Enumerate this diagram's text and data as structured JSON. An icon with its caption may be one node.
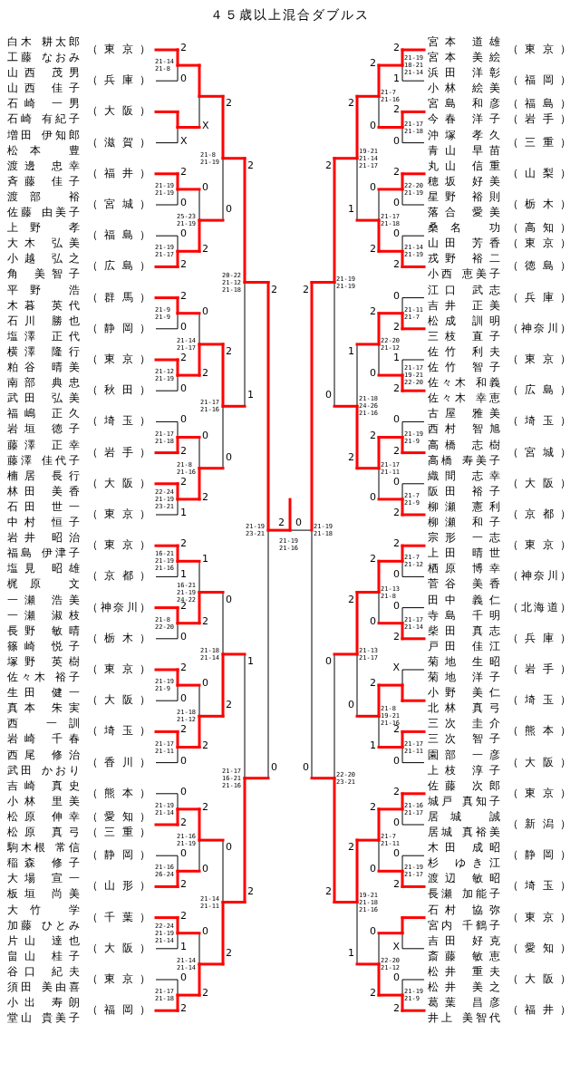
{
  "diagram": {
    "title": "４５歳以上混合ダブルス",
    "nodes": [
      {
        "text": [
          "白木 耕太郎",
          "工藤 なおみ",
          "（東京）"
        ]
      },
      {
        "text": [
          "山西 茂男",
          "山西 佳子",
          "（兵庫）"
        ]
      },
      {
        "text": [
          "石崎 一男",
          "石崎 有紀子",
          "（大阪）"
        ]
      },
      {
        "text": [
          "増田 伊知郎",
          "松本 豊",
          "（滋賀）"
        ]
      },
      {
        "text": [
          "渡邊 忠幸",
          "斉藤 佳子",
          "（福井）"
        ]
      },
      {
        "text": [
          "渡部 裕",
          "佐藤 由美子",
          "（宮城）"
        ]
      },
      {
        "text": [
          "上野 孝",
          "大木 弘美",
          "（福島）"
        ]
      },
      {
        "text": [
          "小越 弘之",
          "角 美智子",
          "（広島）"
        ]
      },
      {
        "text": [
          "平野 浩",
          "木暮 英代",
          "（群馬）"
        ]
      },
      {
        "text": [
          "石川 勝也",
          "塩澤 正代",
          "（静岡）"
        ]
      },
      {
        "text": [
          "横澤 隆行",
          "粕谷 晴美",
          "（東京）"
        ]
      },
      {
        "text": [
          "南部 典忠",
          "武田 弘美",
          "（秋田）"
        ]
      },
      {
        "text": [
          "福嶋 正久",
          "岩垣 徳子",
          "（埼玉）"
        ]
      },
      {
        "text": [
          "藤澤 正幸",
          "藤澤 佳代子",
          "（岩手）"
        ]
      },
      {
        "text": [
          "楠居 長行",
          "林田 美香",
          "（大阪）"
        ]
      },
      {
        "text": [
          "石田 世一",
          "中村 恒子",
          "（東京）"
        ]
      },
      {
        "text": [
          "岩井 昭治",
          "福島 伊津子",
          "（東京）"
        ]
      },
      {
        "text": [
          "塩見 昭雄",
          "梶原 文",
          "（京都）"
        ]
      },
      {
        "text": [
          "一瀬 浩美",
          "一瀬 淑枝",
          "（神奈川）"
        ]
      },
      {
        "text": [
          "長野 敏晴",
          "篠崎 悦子",
          "（栃木）"
        ]
      },
      {
        "text": [
          "塚野 英樹",
          "佐々木 裕子",
          "（東京）"
        ]
      },
      {
        "text": [
          "生田 健一",
          "真本 朱実",
          "（大阪）"
        ]
      },
      {
        "text": [
          "西 一訓",
          "岩崎 千春",
          "（埼玉）"
        ]
      },
      {
        "text": [
          "西尾 修治",
          "武田 かおり",
          "（香川）"
        ]
      },
      {
        "text": [
          "吉崎 真史",
          "小林 里美",
          "（熊本）"
        ]
      },
      {
        "text": [
          "松原 伸幸",
          "（愛知）",
          "松原 真弓",
          "（三重）"
        ]
      },
      {
        "text": [
          "駒木根 常信",
          "稲森 修子",
          "（静岡）"
        ]
      },
      {
        "text": [
          "大場 宣一",
          "板垣 尚美",
          "（山形）"
        ]
      },
      {
        "text": [
          "大竹 学",
          "加藤 ひとみ",
          "（千葉）"
        ]
      },
      {
        "text": [
          "片山 達也",
          "畠山 桂子",
          "（大阪）"
        ]
      },
      {
        "text": [
          "谷口 紀夫",
          "須田 美由喜",
          "（東京）"
        ]
      },
      {
        "text": [
          "小出 寿朗",
          "堂山 貴美子",
          "（福岡）"
        ]
      },
      {
        "text": [
          "宮本 道雄",
          "宮本 美絵",
          "（東京）"
        ]
      },
      {
        "text": [
          "浜田 洋彰",
          "小林 絵美",
          "（福岡）"
        ]
      },
      {
        "text": [
          "宮島 和彦",
          "（福島）",
          "今春 洋子",
          "（岩手）"
        ]
      },
      {
        "text": [
          "沖塚 孝久",
          "青山 早苗",
          "（三重）"
        ]
      },
      {
        "text": [
          "丸山 信重",
          "穂坂 好美",
          "（山梨）"
        ]
      },
      {
        "text": [
          "星野 裕則",
          "落合 愛美",
          "（栃木）"
        ]
      },
      {
        "text": [
          "桑名 功",
          "（高知）",
          "山田 芳香",
          "（東京）"
        ]
      },
      {
        "text": [
          "戎野 裕二",
          "小西 恵美子",
          "（徳島）"
        ]
      },
      {
        "text": [
          "江口 武志",
          "吉井 正美",
          "（兵庫）"
        ]
      },
      {
        "text": [
          "松成 訓明",
          "三枝 直子",
          "（神奈川）"
        ]
      },
      {
        "text": [
          "佐竹 利夫",
          "佐竹 智子",
          "（東京）"
        ]
      },
      {
        "text": [
          "佐々木 和義",
          "佐々木 幸恵",
          "（広島）"
        ]
      },
      {
        "text": [
          "古屋 雅美",
          "西村 智旭",
          "（埼玉）"
        ]
      },
      {
        "text": [
          "高橋 志樹",
          "高橋 寿美子",
          "（宮城）"
        ]
      },
      {
        "text": [
          "織間 志幸",
          "阪田 裕子",
          "（大阪）"
        ]
      },
      {
        "text": [
          "柳瀬 憲利",
          "柳瀬 和子",
          "（京都）"
        ]
      },
      {
        "text": [
          "宗形 一志",
          "上田 晴世",
          "（東京）"
        ]
      },
      {
        "text": [
          "栖原 博幸",
          "菅谷 美香",
          "（神奈川）"
        ]
      },
      {
        "text": [
          "田中 義仁",
          "寺島 千明",
          "（北海道）"
        ]
      },
      {
        "text": [
          "柴田 真志",
          "戸田 佳江",
          "（兵庫）"
        ]
      },
      {
        "text": [
          "菊地 生昭",
          "菊地 洋子",
          "（岩手）"
        ]
      },
      {
        "text": [
          "小野 美仁",
          "北林 真弓",
          "（埼玉）"
        ]
      },
      {
        "text": [
          "三次 圭介",
          "三次 智子",
          "（熊本）"
        ]
      },
      {
        "text": [
          "園部 一彦",
          "上枝 淳子",
          "（大阪）"
        ]
      },
      {
        "text": [
          "佐藤 次郎",
          "城戸 真知子",
          "（東京）"
        ]
      },
      {
        "text": [
          "居城 誠",
          "居城 真裕美",
          "（新潟）"
        ]
      },
      {
        "text": [
          "木田 成昭",
          "杉 ゆき江",
          "（静岡）"
        ]
      },
      {
        "text": [
          "渡辺 敏昭",
          "長瀬 加能子",
          "（埼玉）"
        ]
      },
      {
        "text": [
          "石村 協弥",
          "宮内 千鶴子",
          "（東京）"
        ]
      },
      {
        "text": [
          "吉田 好克",
          "斎藤 敏恵",
          "（愛知）"
        ]
      },
      {
        "text": [
          "松井 重夫",
          "松井 美之",
          "（大阪）"
        ]
      },
      {
        "text": [
          "葛葉 昌彦",
          "井上 美智代",
          "（福井）"
        ]
      }
    ],
    "labels": [
      "2",
      "0",
      "21-14 21-8",
      "X",
      "2",
      "0",
      "21-19 21-19",
      "0",
      "2",
      "21-19 21-17",
      "2",
      "0",
      "21-9 21-9",
      "2",
      "0",
      "21-12 21-19",
      "0",
      "2",
      "21-17 21-18",
      "2",
      "1",
      "22-24 21-19 23-21",
      "2",
      "1",
      "16-21 21-19 21-16",
      "2",
      "0",
      "21-8 22-20",
      "2",
      "0",
      "21-19 21-9",
      "2",
      "0",
      "21-17 21-11",
      "0",
      "2",
      "21-19 21-14",
      "0",
      "2",
      "21-16 26-24",
      "2",
      "1",
      "22-24 21-19 21-14",
      "0",
      "2",
      "21-17 21-18",
      "X",
      "0",
      "2",
      "25-23 21-19",
      "0",
      "2",
      "21-14 21-17",
      "0",
      "2",
      "21-8 21-16",
      "1",
      "2",
      "16-21 21-19 24-22",
      "0",
      "2",
      "21-18 21-12",
      "2",
      "0",
      "21-16 21-19",
      "0",
      "2",
      "21-14 21-14",
      "2",
      "0",
      "21-8 21-19",
      "2",
      "0",
      "21-17 21-16",
      "0",
      "2",
      "21-18 21-14",
      "0",
      "2",
      "21-14 21-11",
      "2",
      "1",
      "20-22 21-12 21-18",
      "1",
      "2",
      "21-17 16-21 21-16",
      "2",
      "0",
      "21-19 23-21",
      "2",
      "1",
      "21-19 18-21 21-14",
      "2",
      "0",
      "21-17 21-18",
      "2",
      "0",
      "22-20 21-19",
      "0",
      "2",
      "21-14 21-19",
      "0",
      "2",
      "21-11 21-7",
      "1",
      "2",
      "21-17 19-21 22-20",
      "0",
      "2",
      "21-19 21-9",
      "0",
      "2",
      "21-7 21-9",
      "2",
      "0",
      "21-7 21-12",
      "0",
      "2",
      "21-17 21-14",
      "X",
      "2",
      "0",
      "21-17 21-11",
      "2",
      "0",
      "21-16 21-17",
      "0",
      "2",
      "21-19 21-17",
      "X",
      "0",
      "2",
      "21-19 21-9",
      "2",
      "0",
      "21-7 21-16",
      "0",
      "2",
      "21-17 21-18",
      "2",
      "0",
      "22-20 21-12",
      "2",
      "0",
      "21-17 21-11",
      "2",
      "0",
      "21-13 21-8",
      "2",
      "1",
      "21-8 19-21 21-16",
      "2",
      "0",
      "21-7 21-11",
      "0",
      "2",
      "22-20 21-12",
      "2",
      "1",
      "19-21 21-14 21-17",
      "1",
      "2",
      "21-18 24-26 21-16",
      "2",
      "0",
      "21-13 21-17",
      "2",
      "1",
      "19-21 21-18 21-16",
      "2",
      "0",
      "21-19 21-19",
      "0",
      "2",
      "22-20 23-21",
      "2",
      "0",
      "21-19 21-18",
      "2",
      "0",
      "21-19 21-16"
    ]
  }
}
